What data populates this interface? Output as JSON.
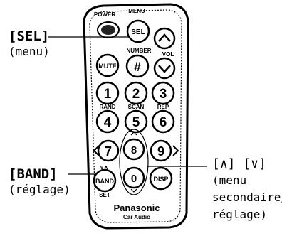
{
  "remote": {
    "top_labels": [
      "POWER",
      "MENU"
    ],
    "buttons": {
      "sel": "SEL",
      "mute": "MUTE",
      "number": "#",
      "disp": "DISP",
      "band": "BAND",
      "nums": [
        "1",
        "2",
        "3",
        "4",
        "5",
        "6",
        "7",
        "8",
        "9",
        "0"
      ]
    },
    "small_labels": {
      "number": "NUMBER",
      "vol": "VOL",
      "rand": "RAND",
      "scan": "SCAN",
      "rep": "REP",
      "set": "SET"
    },
    "brand": "Panasonic",
    "model": "Car Audio"
  },
  "callouts": {
    "sel": {
      "key": "[SEL]",
      "sub": "(menu)"
    },
    "band": {
      "key": "[BAND]",
      "sub": "(réglage)"
    },
    "updown": {
      "key": "[∧] [∨]",
      "sub_lines": [
        "(menu",
        "secondaire/",
        "réglage)"
      ]
    }
  }
}
